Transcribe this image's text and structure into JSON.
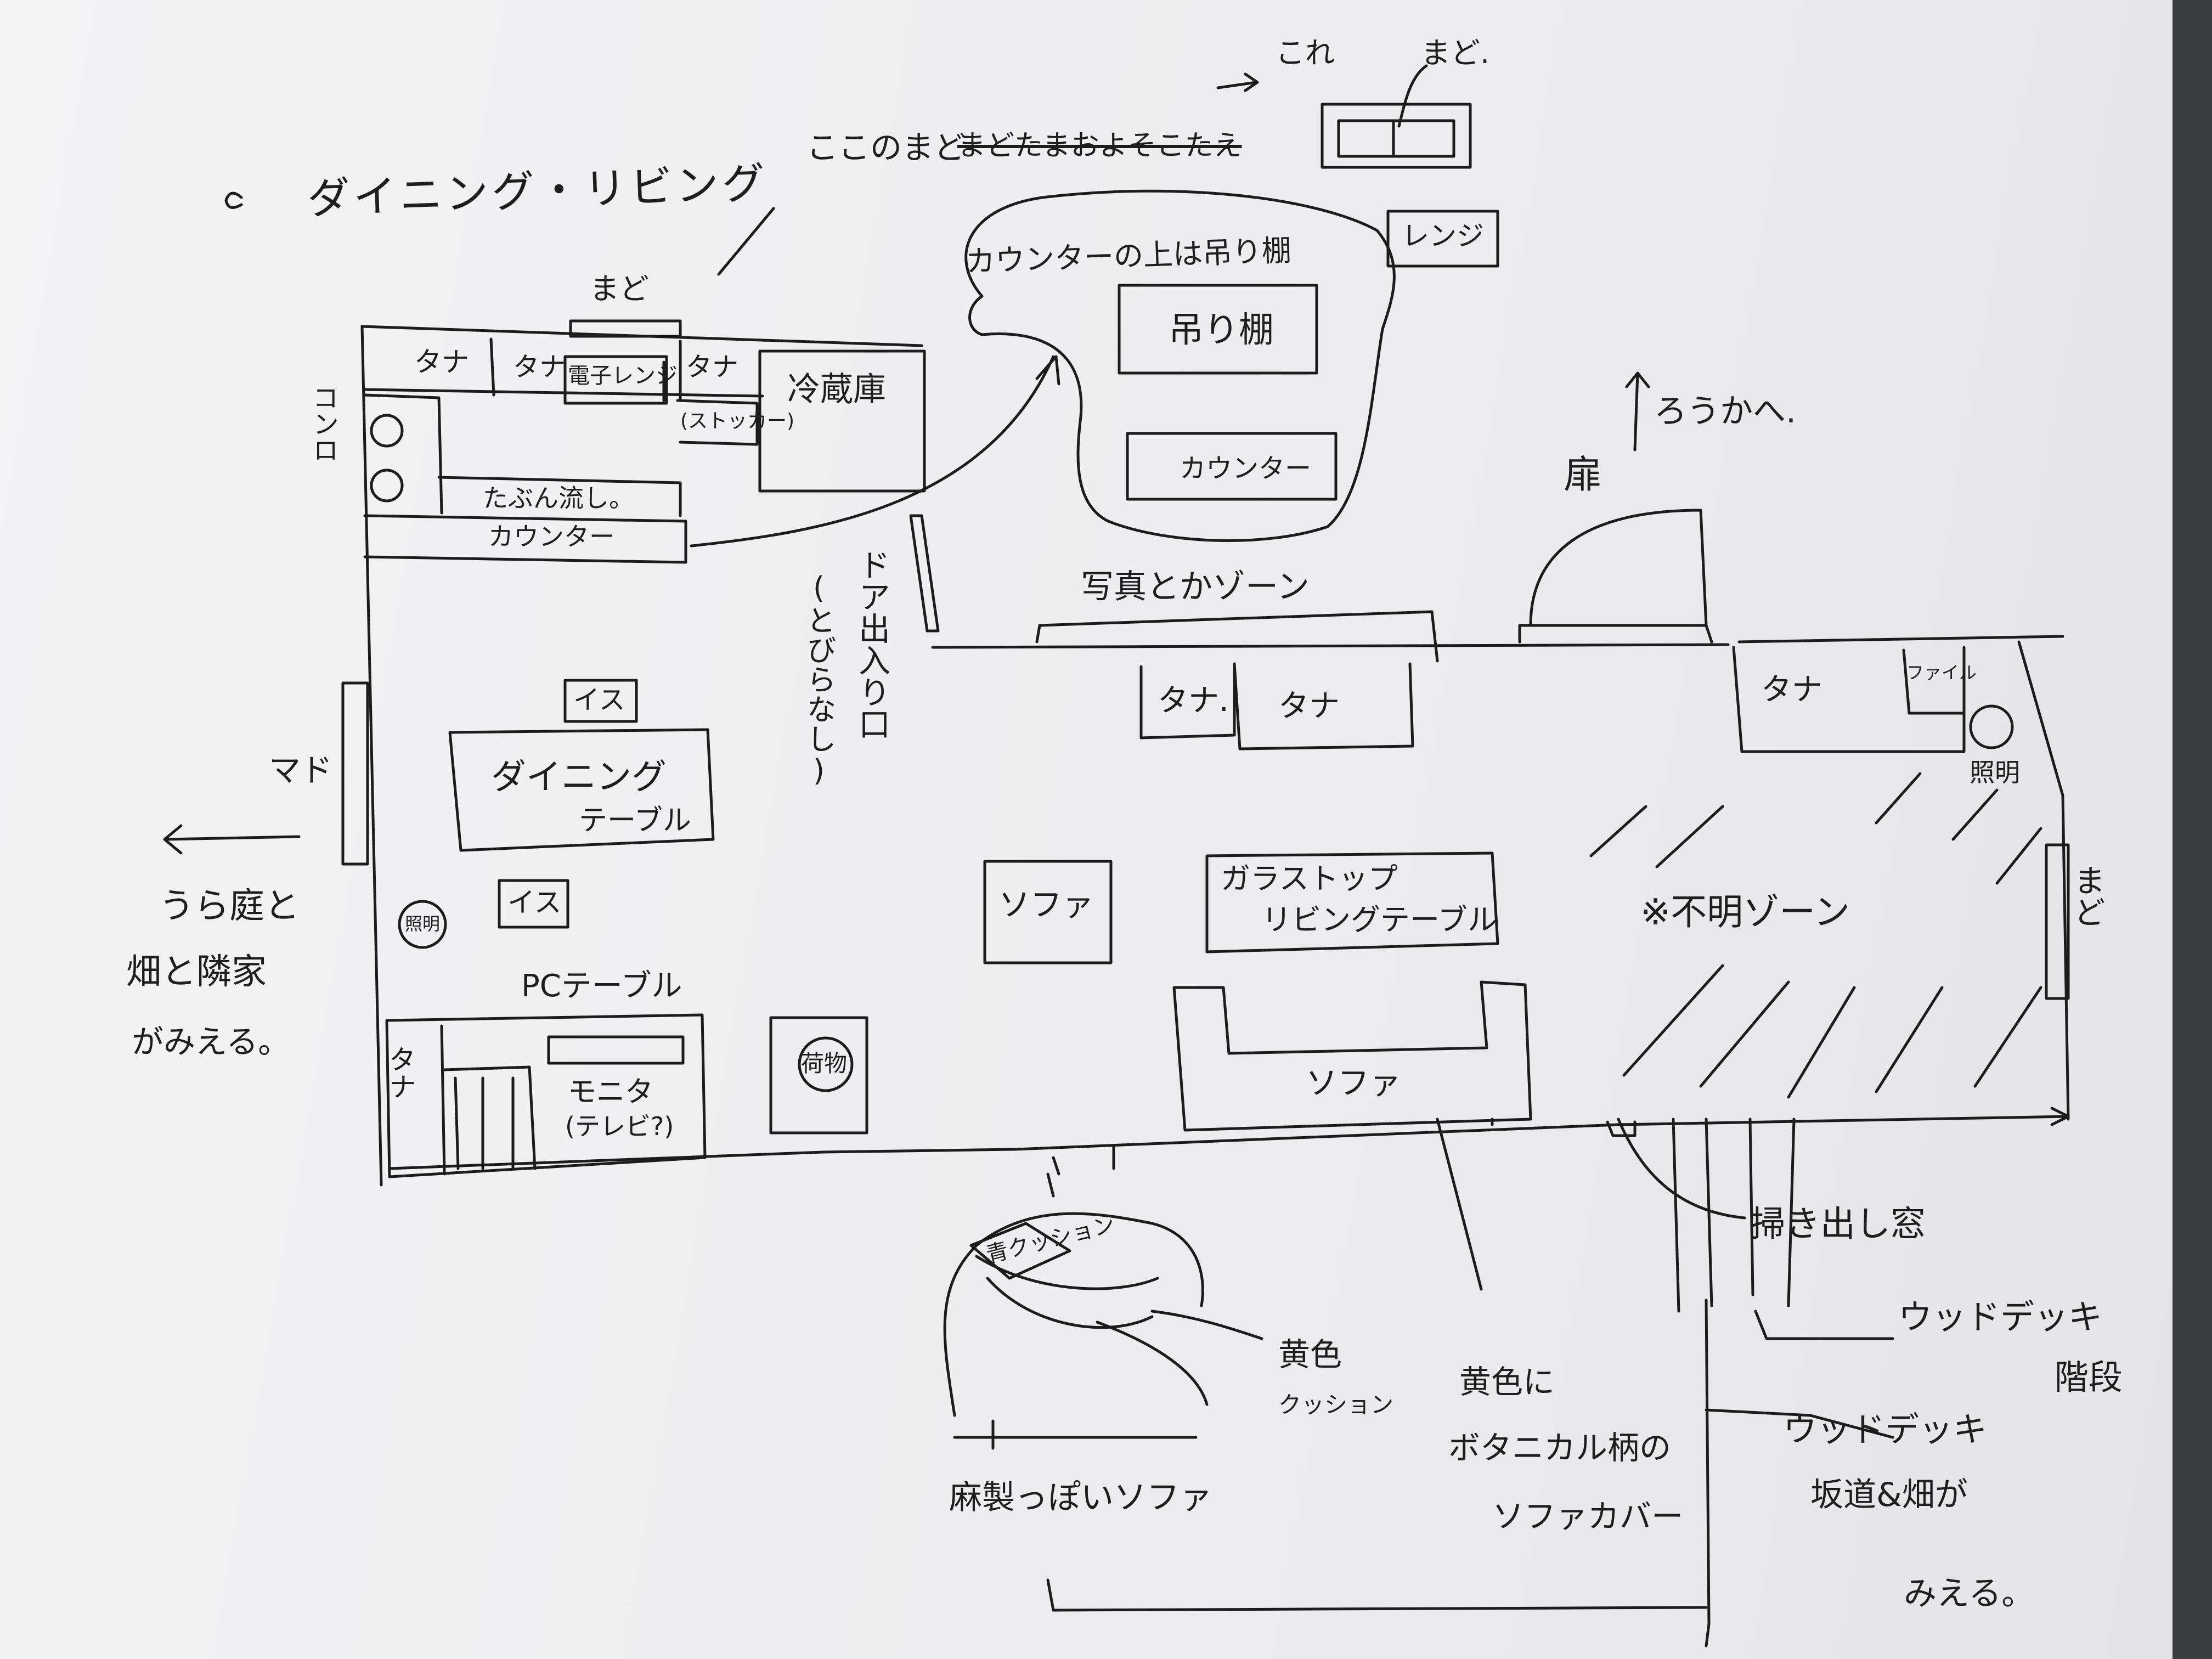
{
  "title": "ダイニング・リビング",
  "top": {
    "kore": "これ",
    "mado_top": "まど.",
    "koko_no_mado": "ここのまど",
    "koko_no_mado_struck": "まどたまおよそこたえ",
    "range": "レンジ",
    "kitchen_mado": "まど"
  },
  "callout": {
    "text": "カウンターの上は吊り棚",
    "tsuridana": "吊り棚",
    "counter": "カウンター"
  },
  "kitchen": {
    "tana1": "タナ",
    "tana2": "タナ",
    "denshi_range": "電子レンジ",
    "tana3": "タナ",
    "stocker": "(ストッカー)",
    "reizouko": "冷蔵庫",
    "konro": "コンロ",
    "sink": "たぶん流し。",
    "counter": "カウンター"
  },
  "doors": {
    "entrance_vertical": "ドア出入り口",
    "tobiranashi": "(とびらなし)",
    "tobira": "扉",
    "rouka": "ろうかへ.",
    "mado_left": "マド",
    "mado_right": "まど"
  },
  "zones": {
    "shashin": "写真とかゾーン",
    "tana_a": "タナ.",
    "tana_b": "タナ",
    "tana_right": "タナ",
    "file": "ファイル",
    "shoumei_right": "照明",
    "fumei": "※不明ゾーン"
  },
  "dining": {
    "isu_top": "イス",
    "table_line1": "ダイニング",
    "table_line2": "テーブル",
    "isu_bottom": "イス",
    "shoumei": "照明",
    "pc_table": "PCテーブル",
    "tana_vertical": "タナ",
    "monitor_line1": "モニタ",
    "monitor_line2": "(テレビ?)",
    "nimotsu": "荷物"
  },
  "living": {
    "sofa_left": "ソファ",
    "glass_line1": "ガラストップ",
    "glass_line2": "リビングテーブル",
    "sofa_bottom": "ソファ"
  },
  "left_note": {
    "line1": "うら庭と",
    "line2": "畑と隣家",
    "line3": "がみえる。"
  },
  "bottom": {
    "cushion_blue": "青クッション",
    "cushion_yellow_1": "黄色",
    "cushion_yellow_2": "クッション",
    "sofa_cover_1": "黄色に",
    "sofa_cover_2": "ボタニカル柄の",
    "sofa_cover_3": "ソファカバー",
    "asa_sofa": "麻製っぽいソファ",
    "hakidashi": "掃き出し窓",
    "deck_step_1": "ウッドデッキ",
    "deck_step_2": "階段",
    "deck_note_1": "ウッドデッキ",
    "deck_note_2": "坂道&畑が",
    "deck_note_3": "みえる。"
  }
}
